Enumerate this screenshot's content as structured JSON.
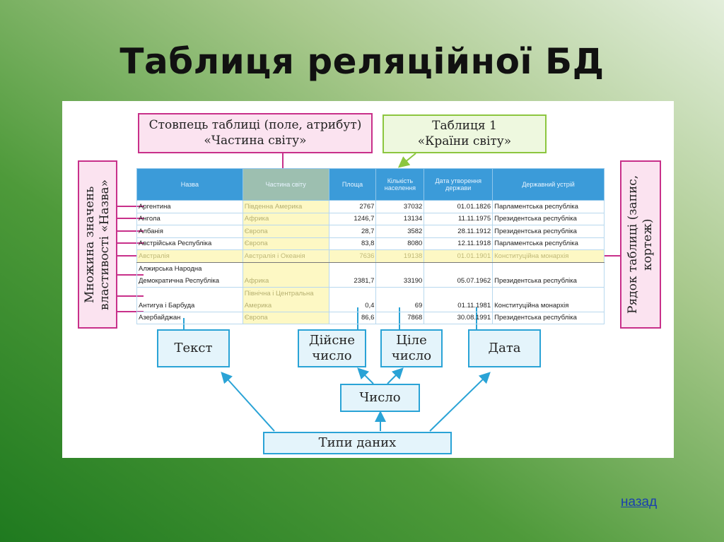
{
  "title": "Таблиця реляційної БД",
  "callouts": {
    "column": "Стовпець таблиці (поле, атрибут) «Частина світу»",
    "table": "Таблиця 1 «Країни світу»",
    "values": "Множина значень властивості «Назва»",
    "row": "Рядок таблиці (запис, кортеж)"
  },
  "table": {
    "headers": [
      "Назва",
      "Частина світу",
      "Площа",
      "Кількість населення",
      "Дата утворення держави",
      "Державний устрій"
    ],
    "rows": [
      [
        "Аргентина",
        "Південна Америка",
        "2767",
        "37032",
        "01.01.1826",
        "Парламентська республіка"
      ],
      [
        "Ангола",
        "Африка",
        "1246,7",
        "13134",
        "11.11.1975",
        "Президентська республіка"
      ],
      [
        "Албанія",
        "Європа",
        "28,7",
        "3582",
        "28.11.1912",
        "Президентська республіка"
      ],
      [
        "Австрійська Республіка",
        "Європа",
        "83,8",
        "8080",
        "12.11.1918",
        "Парламентська республіка"
      ],
      [
        "Австралія",
        "Австралія і Океанія",
        "7636",
        "19138",
        "01.01.1901",
        "Конституційна монархія"
      ],
      [
        "Алжирська Народна Демократична Республіка",
        "Африка",
        "2381,7",
        "33190",
        "05.07.1962",
        "Президентська республіка"
      ],
      [
        "Антигуа і Барбуда",
        "Північна і Центральна Америка",
        "0,4",
        "69",
        "01.11.1981",
        "Конституційна монархія"
      ],
      [
        "Азербайджан",
        "Європа",
        "86,6",
        "7868",
        "30.08.1991",
        "Президентська республіка"
      ]
    ]
  },
  "types": {
    "text": "Текст",
    "real": "Дійсне число",
    "int": "Ціле число",
    "date": "Дата",
    "number": "Число",
    "root": "Типи даних"
  },
  "back_link": "назад"
}
